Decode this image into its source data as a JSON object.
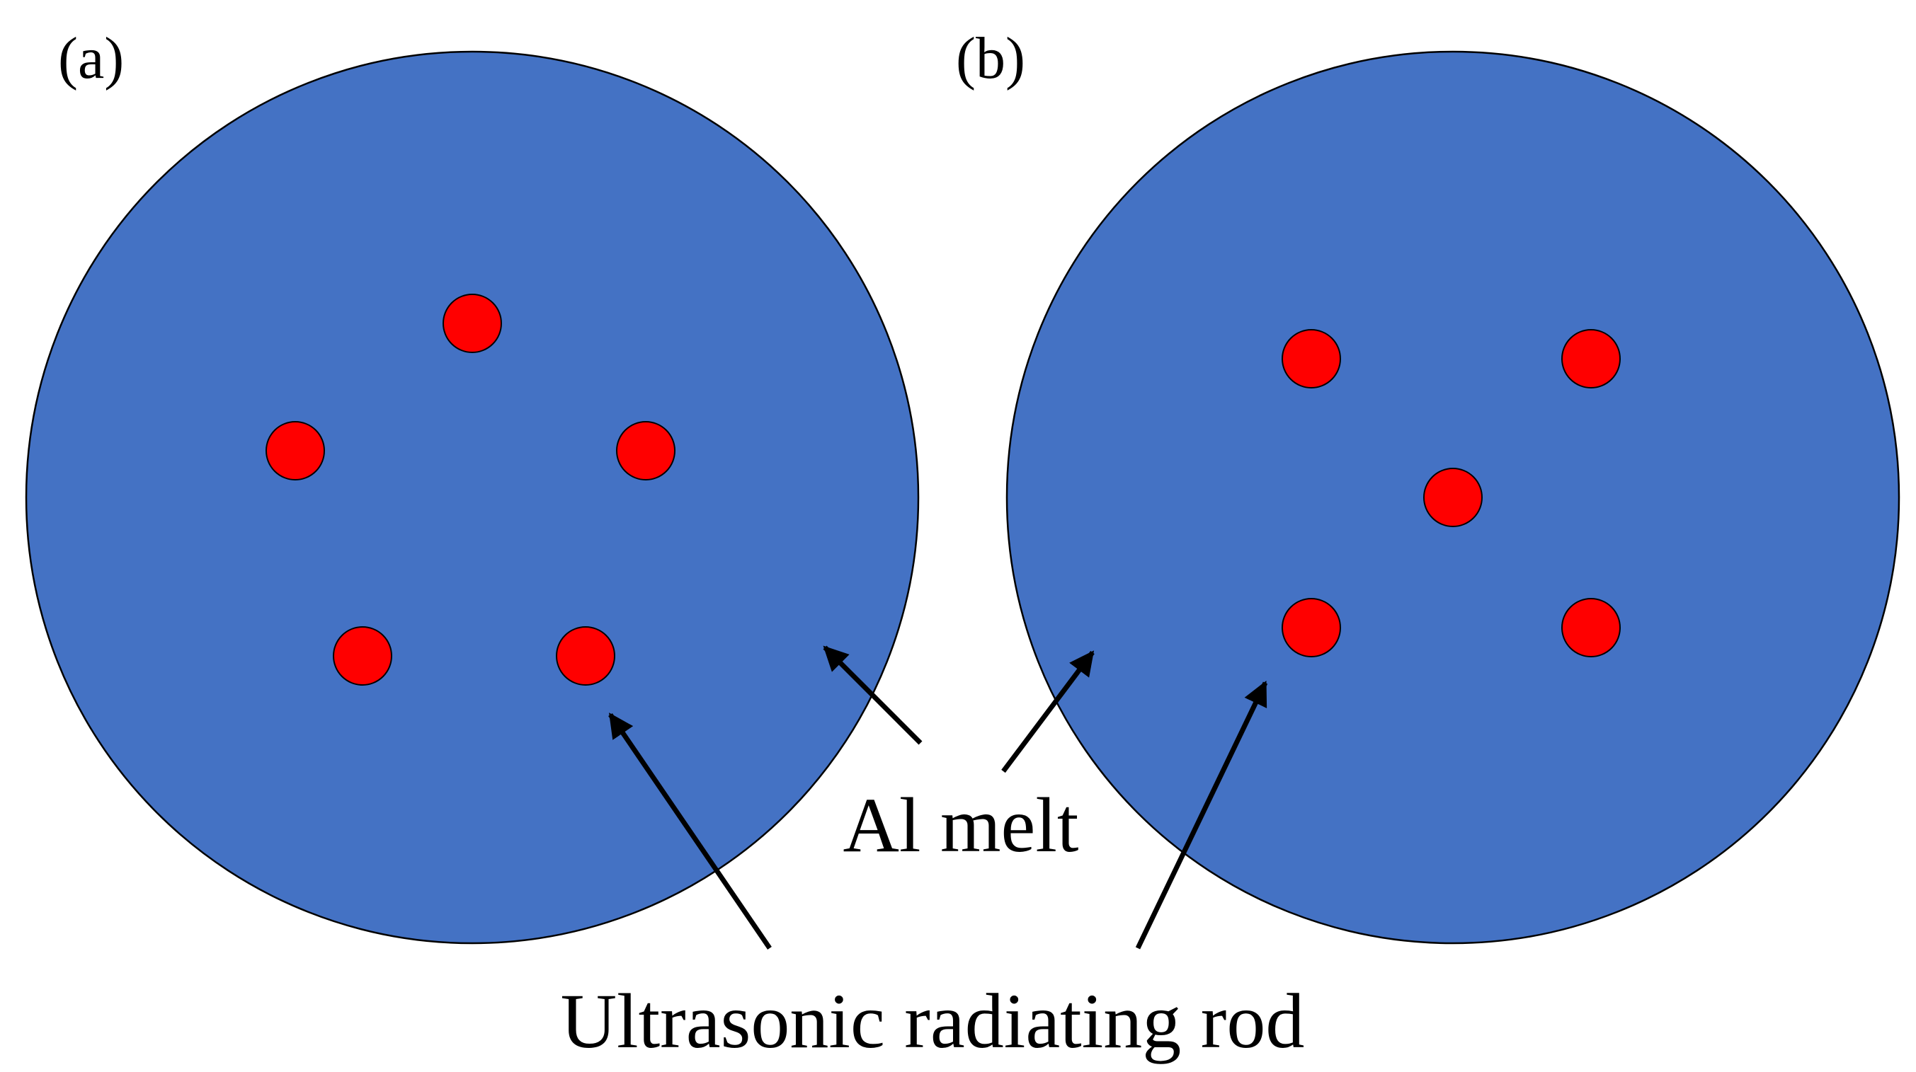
{
  "panels": [
    {
      "id": "a",
      "label": "(a)",
      "rod_count": 5,
      "arrangement": "pentagon"
    },
    {
      "id": "b",
      "label": "(b)",
      "rod_count": 5,
      "arrangement": "quincunx"
    }
  ],
  "labels": {
    "melt": "Al melt",
    "rod": "Ultrasonic radiating rod"
  },
  "colors": {
    "melt_fill": "#4472C4",
    "rod_fill": "#FF0000",
    "outline": "#000000",
    "background": "#FFFFFF"
  }
}
